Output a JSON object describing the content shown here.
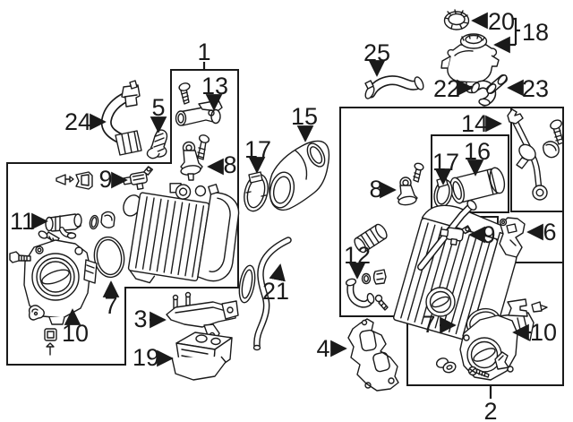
{
  "diagram": {
    "type": "exploded-parts-diagram",
    "background": "#ffffff",
    "line_color": "#1a1a1a",
    "callouts": {
      "c1": "1",
      "c2": "2",
      "c3": "3",
      "c4": "4",
      "c5": "5",
      "c6": "6",
      "c7": "7",
      "c8": "8",
      "c9": "9",
      "c10": "10",
      "c11": "11",
      "c12": "12",
      "c13": "13",
      "c14": "14",
      "c15": "15",
      "c16": "16",
      "c17": "17",
      "c18": "18",
      "c19": "19",
      "c20": "20",
      "c21": "21",
      "c22": "22",
      "c23": "23",
      "c24": "24",
      "c25": "25"
    }
  }
}
